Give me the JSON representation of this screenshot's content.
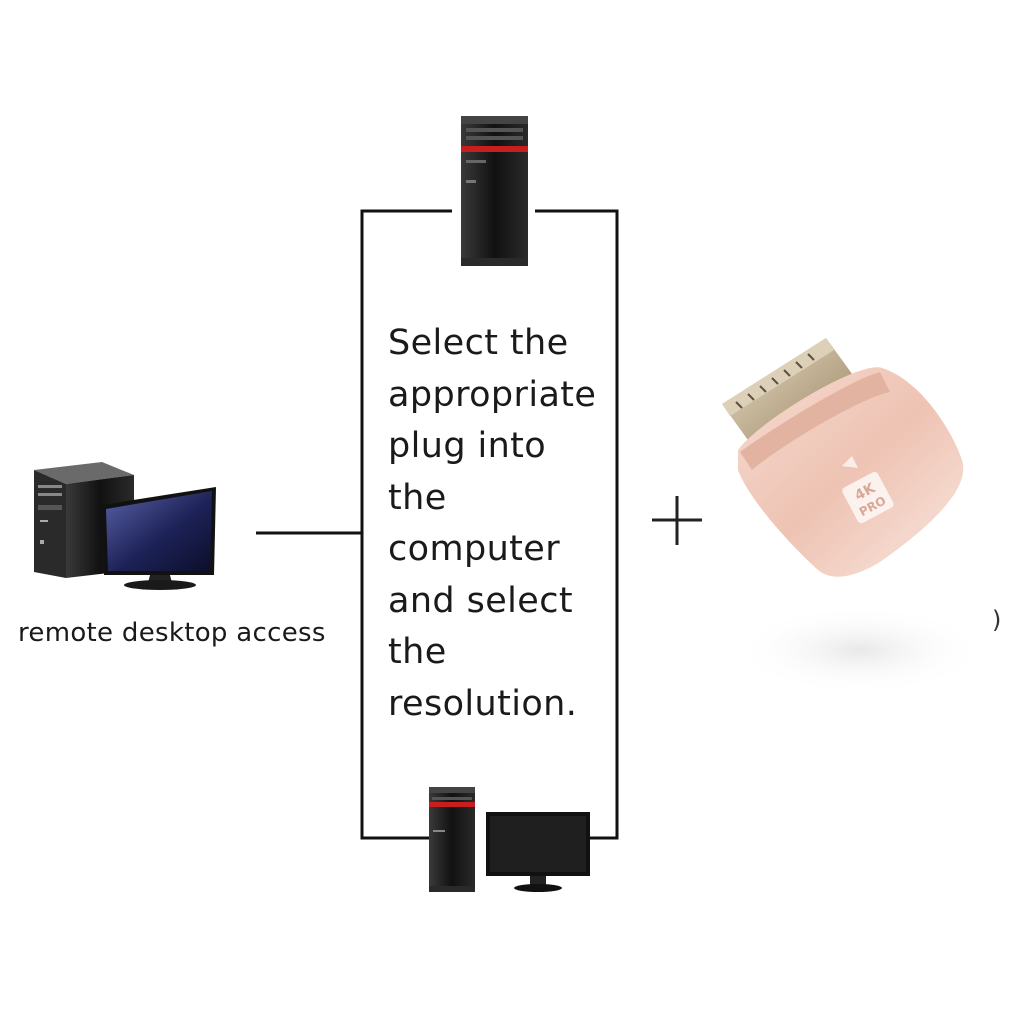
{
  "labels": {
    "remote_access": "remote desktop access",
    "instruction": "Select the appropriate plug into the computer and select the resolution.",
    "plus": "+",
    "trailing_paren": ")"
  },
  "dongle": {
    "badge_line1": "4K",
    "badge_line2": "PRO"
  },
  "colors": {
    "line": "#111111",
    "tower_body": "#1c1c1c",
    "tower_accent": "#c81e1e",
    "monitor_screen": "#2a2f6a",
    "dongle_body": "#f1cdbf",
    "plug_metal": "#b9a990"
  }
}
